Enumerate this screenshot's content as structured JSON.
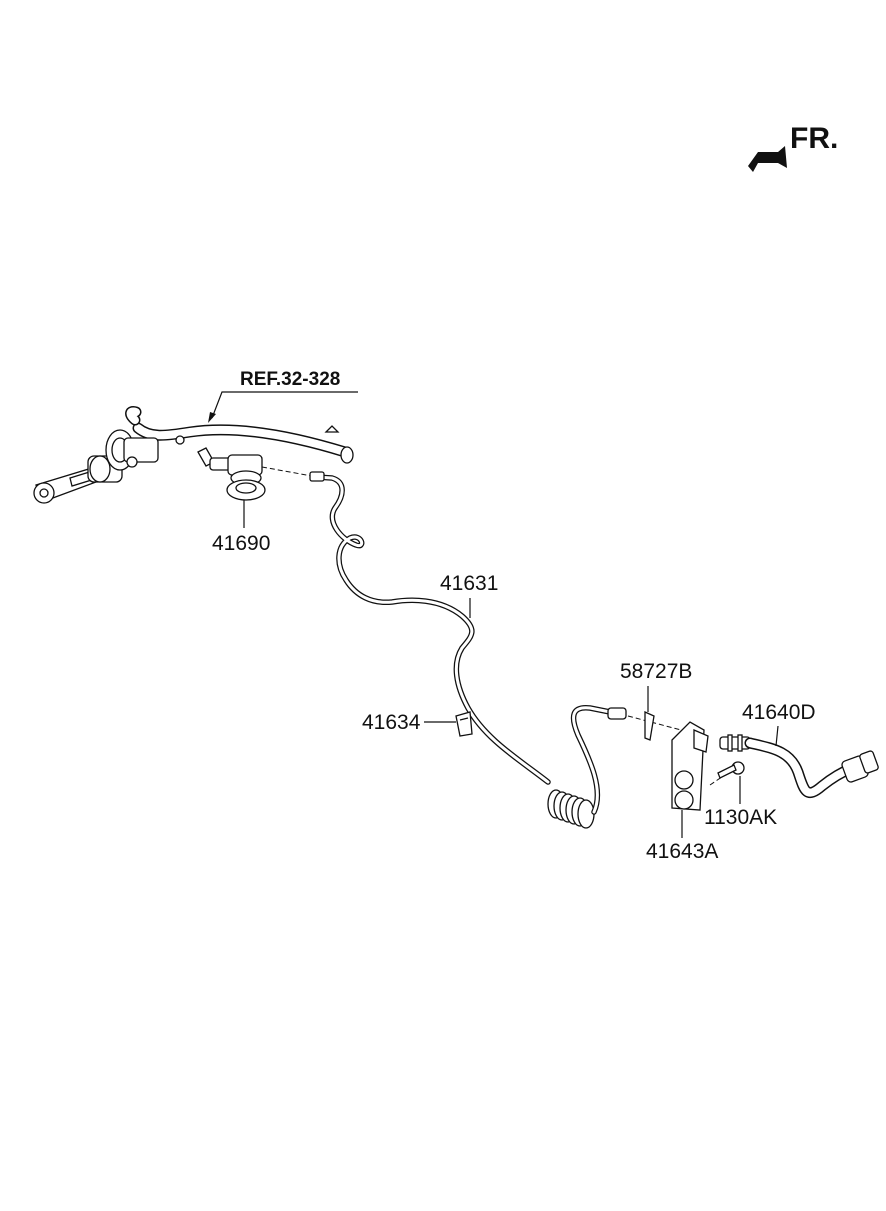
{
  "orientation": {
    "label": "FR."
  },
  "reference": {
    "label": "REF.32-328"
  },
  "callouts": [
    {
      "id": "41690",
      "text": "41690"
    },
    {
      "id": "41631",
      "text": "41631"
    },
    {
      "id": "41634",
      "text": "41634"
    },
    {
      "id": "58727B",
      "text": "58727B"
    },
    {
      "id": "41640D",
      "text": "41640D"
    },
    {
      "id": "1130AK",
      "text": "1130AK"
    },
    {
      "id": "41643A",
      "text": "41643A"
    }
  ]
}
